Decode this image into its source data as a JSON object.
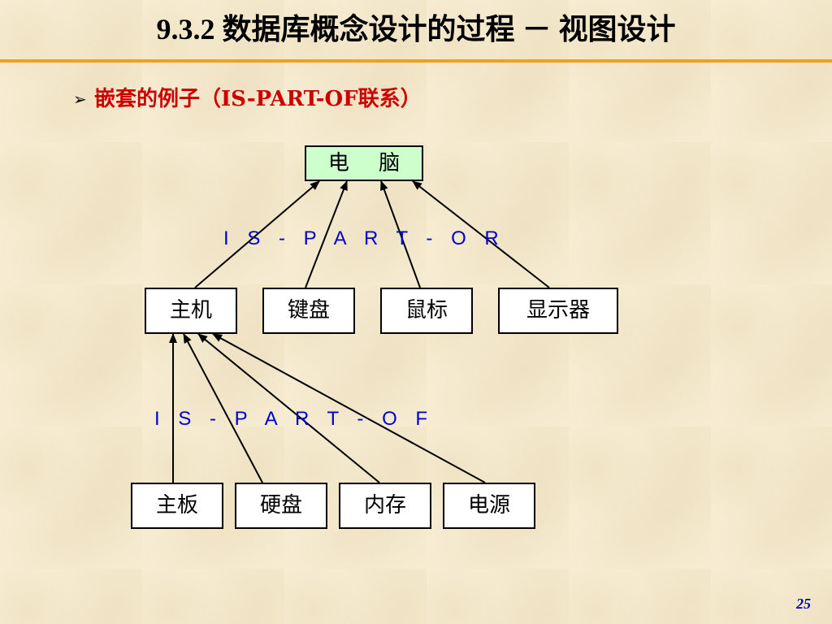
{
  "slide": {
    "title": "9.3.2  数据库概念设计的过程 － 视图设计",
    "bullet_marker": "➢",
    "bullet_text": "嵌套的例子（IS-PART-OF联系）",
    "page_number": "25"
  },
  "diagram": {
    "root": {
      "label": "电 脑"
    },
    "level1": [
      {
        "label": "主机"
      },
      {
        "label": "键盘"
      },
      {
        "label": "鼠标"
      },
      {
        "label": "显示器"
      }
    ],
    "level2": [
      {
        "label": "主板"
      },
      {
        "label": "硬盘"
      },
      {
        "label": "内存"
      },
      {
        "label": "电源"
      }
    ],
    "relation_upper": "I S - P A R T - O R",
    "relation_lower": "I S - P A R T - O F"
  },
  "colors": {
    "title_rule": "#f0a020",
    "bullet_text": "#cc0000",
    "relation_label": "#0000cc",
    "root_fill": "#ccffcc",
    "page_number": "#0000aa"
  }
}
